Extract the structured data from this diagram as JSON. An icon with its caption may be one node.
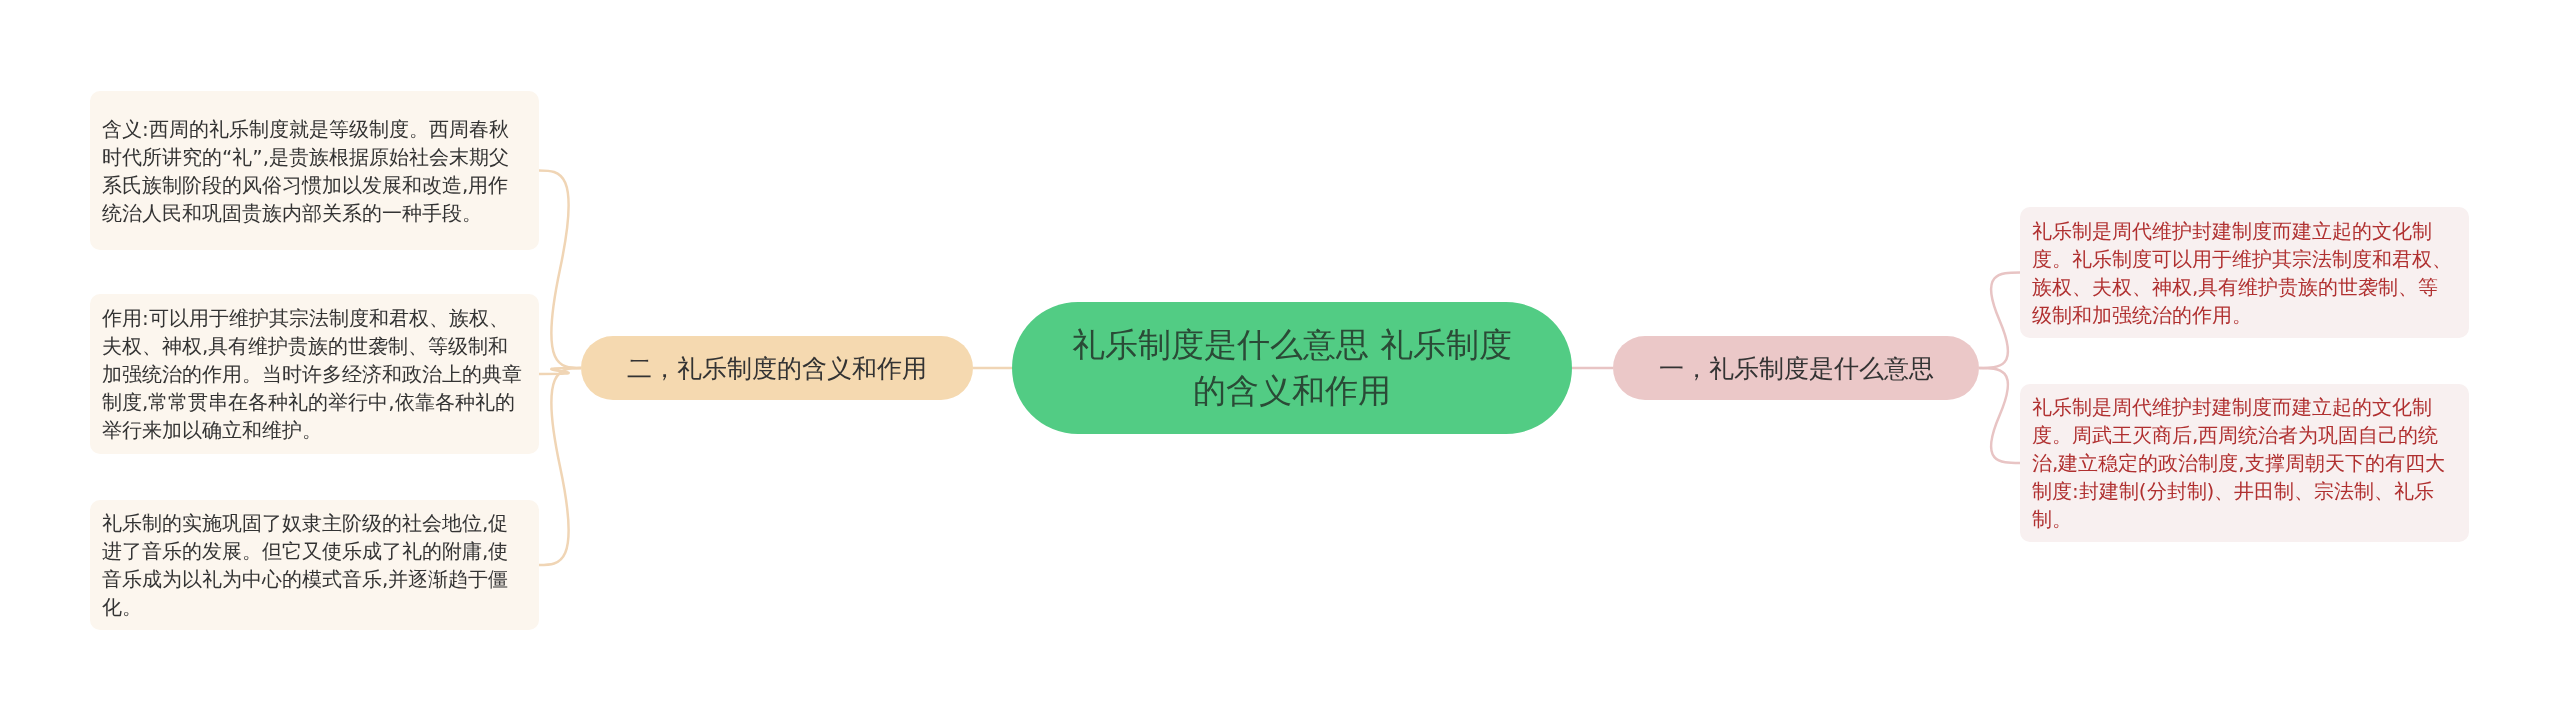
{
  "diagram": {
    "nodes": [
      {
        "text": [
          "礼乐制度是什么意思 礼乐制度的含义和作用"
        ]
      },
      {
        "text": [
          "二，礼乐制度的含义和作用"
        ]
      },
      {
        "text": [
          "含义:西周的礼乐制度就是等级制度。西周春秋时代所讲究的“礼”,是贵族根据原始社会末期父系氏族制阶段的风俗习惯加以发展和改造,用作统治人民和巩固贵族内部关系的一种手段。"
        ]
      },
      {
        "text": [
          "作用:可以用于维护其宗法制度和君权、族权、夫权、神权,具有维护贵族的世袭制、等级制和加强统治的作用。当时许多经济和政治上的典章制度,常常贯串在各种礼的举行中,依靠各种礼的举行来加以确立和维护。"
        ]
      },
      {
        "text": [
          "礼乐制的实施巩固了奴隶主阶级的社会地位,促进了音乐的发展。但它又使乐成了礼的附庸,使音乐成为以礼为中心的模式音乐,并逐渐趋于僵化。"
        ]
      },
      {
        "text": [
          "一，礼乐制度是什么意思"
        ]
      },
      {
        "text": [
          "礼乐制是周代维护封建制度而建立起的文化制度。礼乐制度可以用于维护其宗法制度和君权、族权、夫权、神权,具有维护贵族的世袭制、等级制和加强统治的作用。"
        ]
      },
      {
        "text": [
          "礼乐制是周代维护封建制度而建立起的文化制度。周武王灭商后,西周统治者为巩固自己的统治,建立稳定的政治制度,支撑周朝天下的有四大制度:封建制(分封制)、井田制、宗法制、礼乐制。"
        ]
      }
    ],
    "edges": [
      {
        "from": 0,
        "to": 1,
        "arrow": "none"
      },
      {
        "from": 1,
        "to": 2,
        "arrow": "none"
      },
      {
        "from": 1,
        "to": 3,
        "arrow": "none"
      },
      {
        "from": 1,
        "to": 4,
        "arrow": "none"
      },
      {
        "from": 0,
        "to": 5,
        "arrow": "none",
        "color": "#e8c4c4"
      },
      {
        "from": 5,
        "to": 6,
        "arrow": "none",
        "color": "#e8c4c4"
      },
      {
        "from": 5,
        "to": 7,
        "arrow": "none",
        "color": "#e8c4c4"
      }
    ]
  }
}
